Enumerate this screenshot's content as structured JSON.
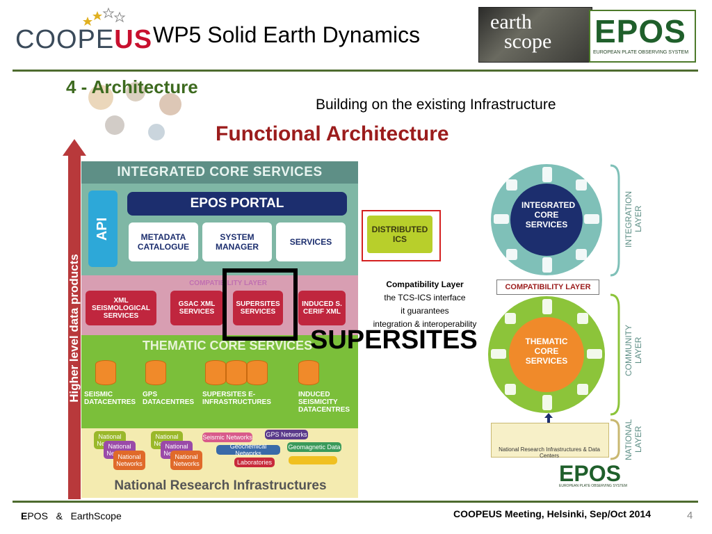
{
  "header": {
    "logo_text_coope": "COOPE",
    "logo_text_us": "US",
    "slide_title": "WP5 Solid Earth Dynamics",
    "earthscope_line1": "earth",
    "earthscope_line2": "scope",
    "epos_logo": "EPOS",
    "epos_tagline": "EUROPEAN PLATE OBSERVING SYSTEM"
  },
  "section": {
    "title": "4 - Architecture",
    "subtitle": "Building on the existing Infrastructure",
    "functional_title": "Functional Architecture"
  },
  "arrow_label": "Higher level data products",
  "diagram": {
    "ics_header": "INTEGRATED CORE SERVICES",
    "api": "API",
    "portal": "EPOS PORTAL",
    "metadata": "METADATA CATALOGUE",
    "system_manager": "SYSTEM MANAGER",
    "services": "SERVICES",
    "compat_layer": "COMPATIBILITY LAYER",
    "xml_seis": "XML SEISMOLOGICAL SERVICES",
    "gsac": "GSAC XML SERVICES",
    "supersites_services": "SUPERSITES SERVICES",
    "induced_services": "INDUCED S. CERIF XML",
    "thematic": "THEMATIC CORE SERVICES",
    "dc_seismic": "SEISMIC DATACENTRES",
    "dc_gps": "GPS DATACENTRES",
    "dc_supersites": "SUPERSITES E-INFRASTRUCTURES",
    "dc_induced": "INDUCED SEISMICITY DATACENTRES",
    "net_national": "National Networks",
    "net_seismic": "Seismic Networks",
    "net_gps": "GPS Networks",
    "net_geochem": "Geochemical Networks",
    "net_geomag": "Geomagnetic Data",
    "net_labs": "Laboratories",
    "nri": "National Research Infrastructures",
    "distributed_ics": "DISTRIBUTED ICS"
  },
  "compat_text": {
    "line1": "Compatibility Layer",
    "line2": "the TCS-ICS interface",
    "line3": "it guarantees",
    "line4": "integration & interoperability"
  },
  "supersites_label": "SUPERSITES",
  "right_diagram": {
    "ics": "INTEGRATED CORE SERVICES",
    "tcs": "THEMATIC CORE SERVICES",
    "compat_layer": "COMPATIBILITY LAYER",
    "integration_layer": "INTEGRATION LAYER",
    "community_layer": "COMMUNITY LAYER",
    "national_layer": "NATIONAL LAYER",
    "nri_caption": "National Research Infrastructures & Data Centers",
    "epos_logo": "EPOS",
    "epos_tagline": "EUROPEAN PLATE OBSERVING SYSTEM"
  },
  "footer": {
    "left_first": "E",
    "left_rest": "POS   &   EarthScope",
    "center": "COOPEUS Meeting, Helsinki, Sep/Oct 2014",
    "page": "4"
  },
  "colors": {
    "rule": "#4d6b2e",
    "section_green": "#3d6a1f",
    "functional_red": "#9b1c1c",
    "arrow": "#b8393b"
  }
}
